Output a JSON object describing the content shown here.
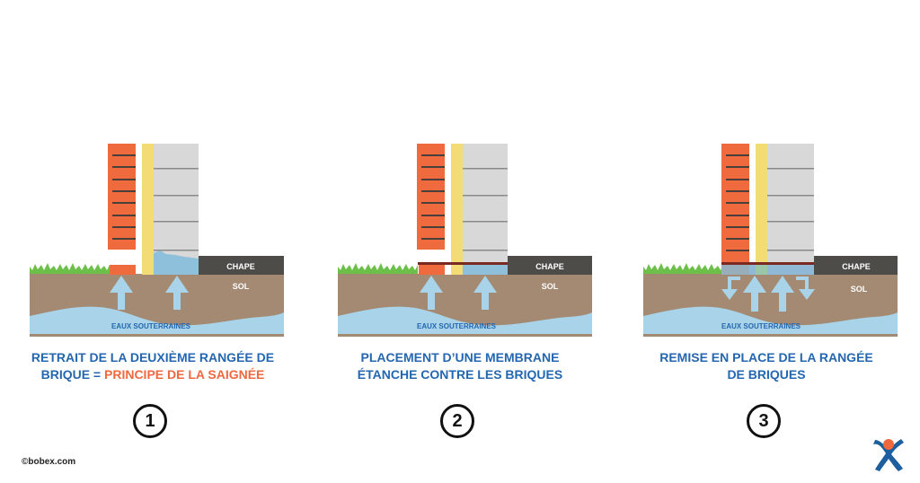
{
  "colors": {
    "brick": "#ef6a3c",
    "mortar": "#4a3f3a",
    "insulation": "#f3dc75",
    "block": "#d8d8d8",
    "block_line": "#8a8a8a",
    "chape": "#4e4c48",
    "soil": "#a48a73",
    "water": "#a9d3e8",
    "wet": "#8ebfdb",
    "membrane": "#7a2a20",
    "grass": "#6cc04a",
    "text_blue": "#2467b0",
    "text_orange": "#ef6840"
  },
  "panels": [
    {
      "step": "1",
      "labels": {
        "chape": "CHAPE",
        "sol": "SOL",
        "water": "EAUX SOUTERRAINES"
      },
      "caption": {
        "line1": "RETRAIT DE LA DEUXIÈME RANGÉE DE",
        "line2_prefix": "BRIQUE = ",
        "line2_highlight": "PRINCIPE DE LA SAIGNÉE"
      }
    },
    {
      "step": "2",
      "labels": {
        "chape": "CHAPE",
        "sol": "SOL",
        "water": "EAUX SOUTERRAINES"
      },
      "caption": {
        "line1": "PLACEMENT D’UNE MEMBRANE",
        "line2": "ÉTANCHE CONTRE LES BRIQUES"
      }
    },
    {
      "step": "3",
      "labels": {
        "chape": "CHAPE",
        "sol": "SOL",
        "water": "EAUX SOUTERRAINES"
      },
      "caption": {
        "line1": "REMISE EN PLACE DE LA RANGÉE",
        "line2": "DE BRIQUES"
      }
    }
  ],
  "footer": {
    "copyright": "©bobex.com",
    "logo": "bobex-logo"
  }
}
